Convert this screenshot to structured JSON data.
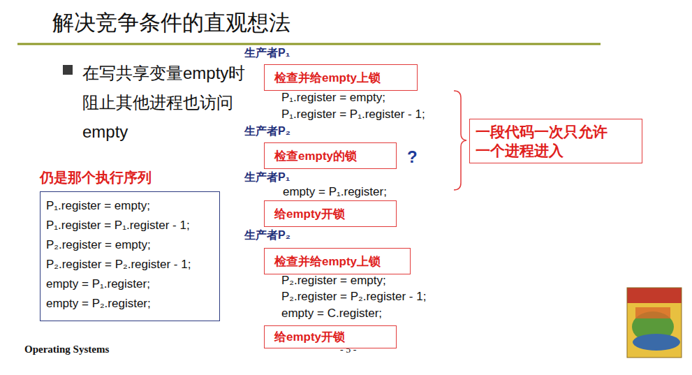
{
  "diagram": {
    "title": "解决竞争条件的直观想法",
    "nodes": [
      {
        "text": [
          "检查并给empty上锁"
        ]
      },
      {
        "text": [
          "检查empty的锁"
        ]
      },
      {
        "text": [
          "一段代码一次只允许 一个进程进入"
        ]
      },
      {
        "text": [
          "仍是那个执行序列",
          "P₁.register = empty;",
          "P₁.register = P₁.register - 1;",
          "P₂.register = empty;",
          "P₂.register = P₂.register - 1;",
          "empty = P₁.register;",
          "empty = P₂.register;"
        ]
      },
      {
        "text": [
          "给empty开锁"
        ]
      },
      {
        "text": [
          "检查并给empty上锁"
        ]
      },
      {
        "text": [
          "给empty开锁"
        ]
      }
    ],
    "labels": [
      "在写共享变量empty时阻止其他进程也访问empty",
      "生产者P₁",
      "P₁.register = empty;",
      "P₁.register = P₁.register - 1;",
      "生产者P₂",
      "?",
      "生产者P₁",
      "empty = P₁.register;",
      "生产者P₂",
      "P₂.register = empty;",
      "P₂.register = P₂.register - 1;",
      "empty = C.register;",
      "Operating Systems",
      "- 5 -"
    ]
  }
}
